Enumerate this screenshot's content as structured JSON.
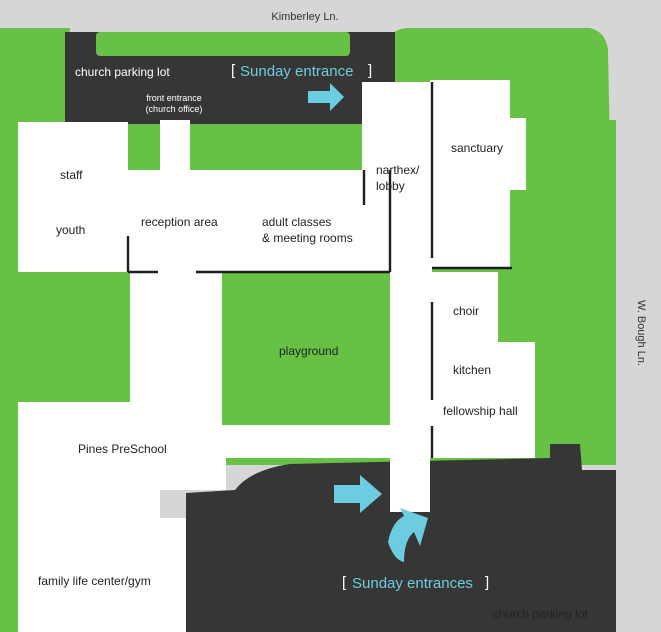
{
  "colors": {
    "street": "#d6d6d6",
    "grass": "#66c144",
    "parking": "#363636",
    "building": "#ffffff",
    "wall": "#1e1e1e",
    "accent": "#6dcde0"
  },
  "streets": {
    "top": "Kimberley Ln.",
    "right": "W. Bough Ln."
  },
  "parking": {
    "north": "church parking lot",
    "south": "church parking lot"
  },
  "entrances": {
    "front_line1": "front entrance",
    "front_line2": "(church office)",
    "sunday_top_open": "[",
    "sunday_top_text": "Sunday  entrance",
    "sunday_top_close": "]",
    "sunday_bottom_open": "[",
    "sunday_bottom_text": "Sunday  entrances",
    "sunday_bottom_close": "]"
  },
  "rooms": {
    "staff": "staff",
    "youth": "youth",
    "reception": "reception area",
    "classes_line1": "adult classes",
    "classes_line2": "& meeting rooms",
    "narthex_line1": "narthex/",
    "narthex_line2": "lobby",
    "sanctuary": "sanctuary",
    "choir": "choir",
    "kitchen": "kitchen",
    "fellowship": "fellowship hall",
    "playground": "playground",
    "preschool": "Pines PreSchool",
    "gym": "family life center/gym"
  },
  "icons": {
    "arrow": "arrow-icon"
  }
}
